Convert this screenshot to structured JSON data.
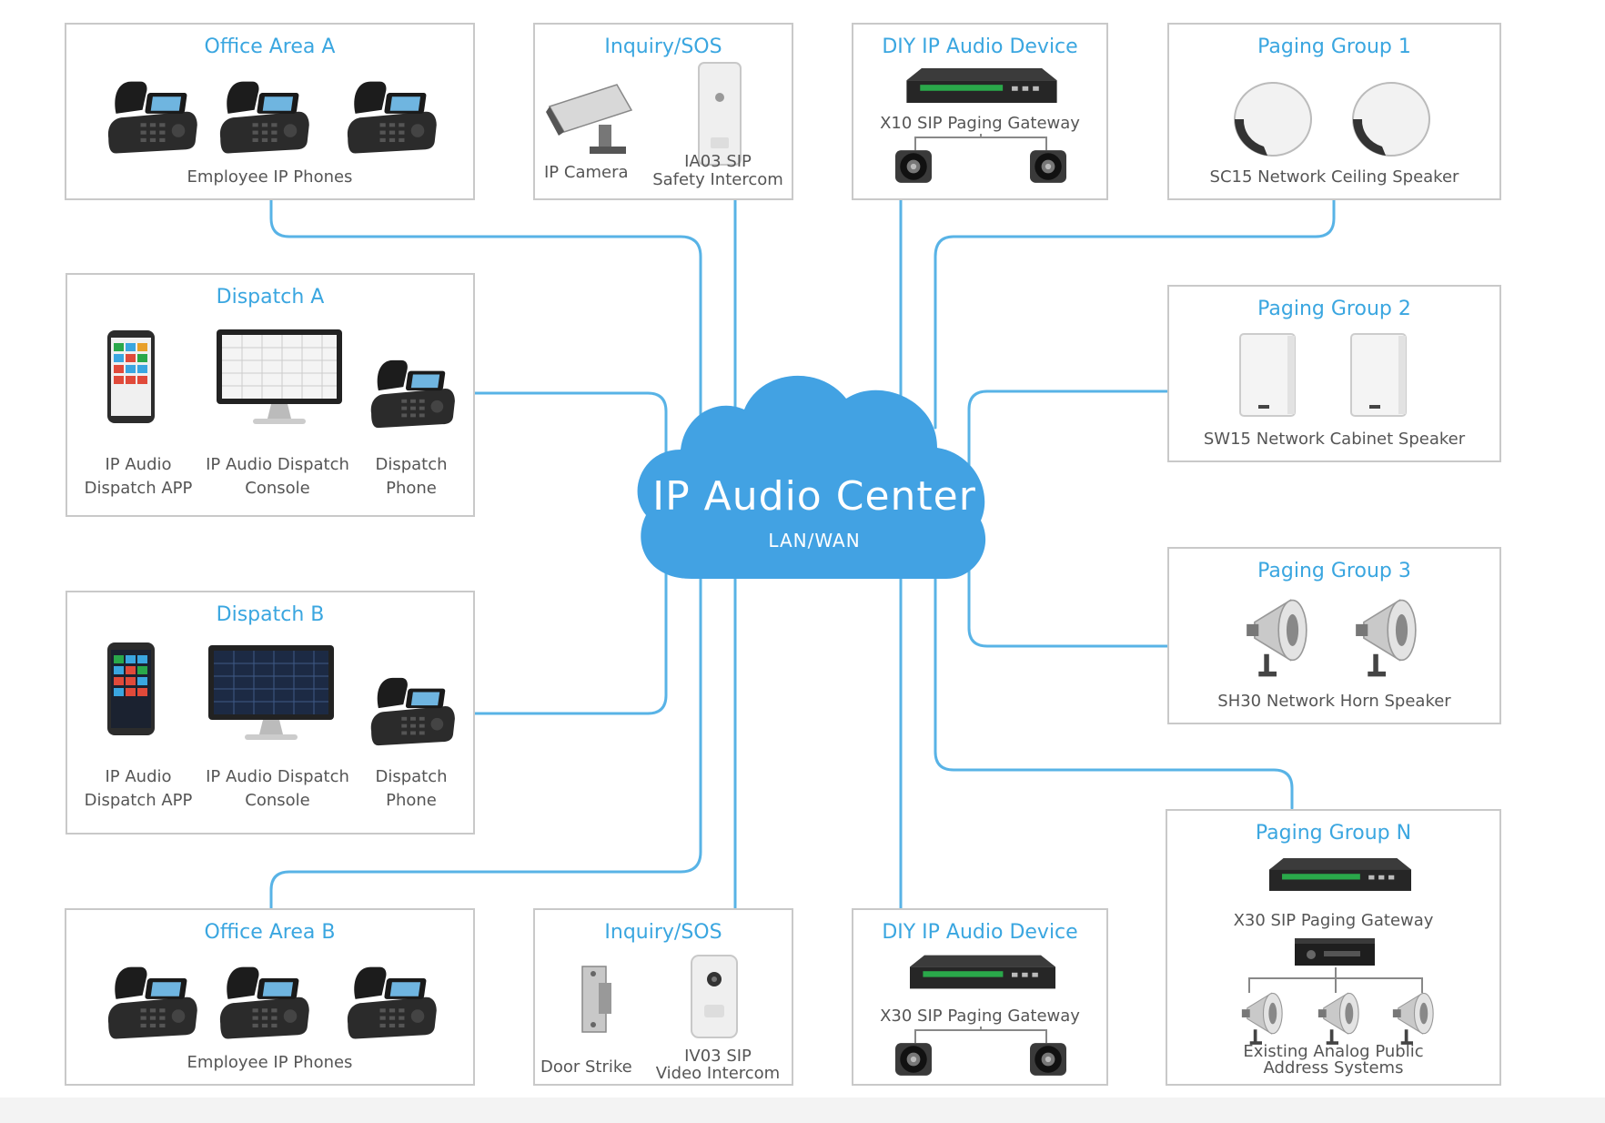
{
  "center": {
    "title": "IP Audio Center",
    "subtitle": "LAN/WAN"
  },
  "boxes": {
    "office_a": {
      "title": "Office Area A",
      "label": "Employee IP Phones"
    },
    "inquiry_top": {
      "title": "Inquiry/SOS",
      "label_camera": "IP Camera",
      "label_intercom_1": "IA03 SIP",
      "label_intercom_2": "Safety Intercom"
    },
    "diy_top": {
      "title": "DIY IP Audio Device",
      "label": "X10 SIP Paging Gateway"
    },
    "paging_1": {
      "title": "Paging Group 1",
      "label": "SC15 Network Ceiling Speaker"
    },
    "dispatch_a": {
      "title": "Dispatch A",
      "app_1": "IP Audio",
      "app_2": "Dispatch APP",
      "console_1": "IP Audio Dispatch",
      "console_2": "Console",
      "phone_1": "Dispatch",
      "phone_2": "Phone"
    },
    "paging_2": {
      "title": "Paging Group 2",
      "label": "SW15 Network  Cabinet  Speaker"
    },
    "dispatch_b": {
      "title": "Dispatch B",
      "app_1": "IP Audio",
      "app_2": "Dispatch APP",
      "console_1": "IP Audio Dispatch",
      "console_2": "Console",
      "phone_1": "Dispatch",
      "phone_2": "Phone"
    },
    "paging_3": {
      "title": "Paging Group 3",
      "label": "SH30 Network Horn Speaker"
    },
    "paging_n": {
      "title": "Paging Group N",
      "label": "X30 SIP Paging Gateway",
      "label_2": "Existing Analog Public",
      "label_3": "Address Systems"
    },
    "office_b": {
      "title": "Office Area B",
      "label": "Employee IP Phones"
    },
    "inquiry_bottom": {
      "title": "Inquiry/SOS",
      "label_strike": "Door Strike",
      "label_intercom_1": "IV03 SIP",
      "label_intercom_2": "Video Intercom"
    },
    "diy_bottom": {
      "title": "DIY IP Audio Device",
      "label": "X30 SIP Paging Gateway"
    }
  },
  "colors": {
    "accent": "#3aa6e0",
    "line": "#58b3e6",
    "cloud": "#42a2e3",
    "border": "#c9c9c9"
  }
}
